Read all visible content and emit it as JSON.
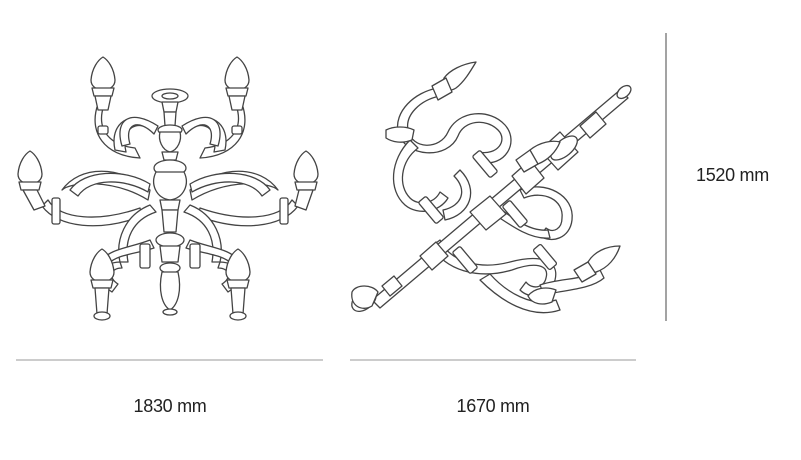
{
  "colors": {
    "stroke": "#444444",
    "dimension_line": "#999999",
    "text": "#222222",
    "background": "#ffffff"
  },
  "dimensions": {
    "front_width": "1830 mm",
    "side_width": "1670 mm",
    "height": "1520 mm"
  }
}
